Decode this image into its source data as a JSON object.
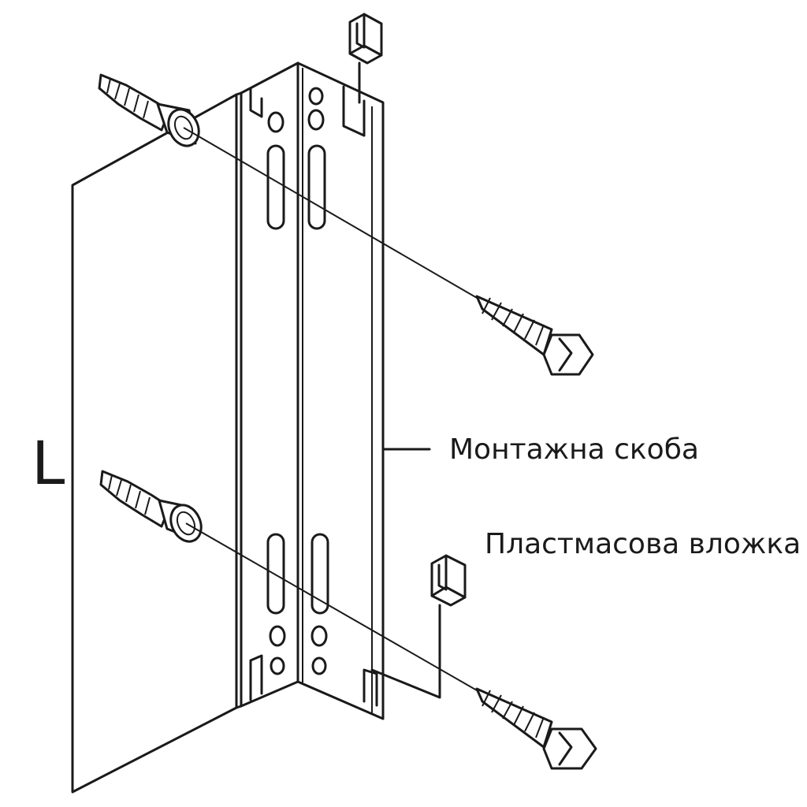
{
  "labels": {
    "dimension": "L",
    "bracket": "Монтажна скоба",
    "insert": "Пластмасова вложка"
  },
  "colors": {
    "line": "#1a1a1a",
    "background": "#ffffff"
  }
}
